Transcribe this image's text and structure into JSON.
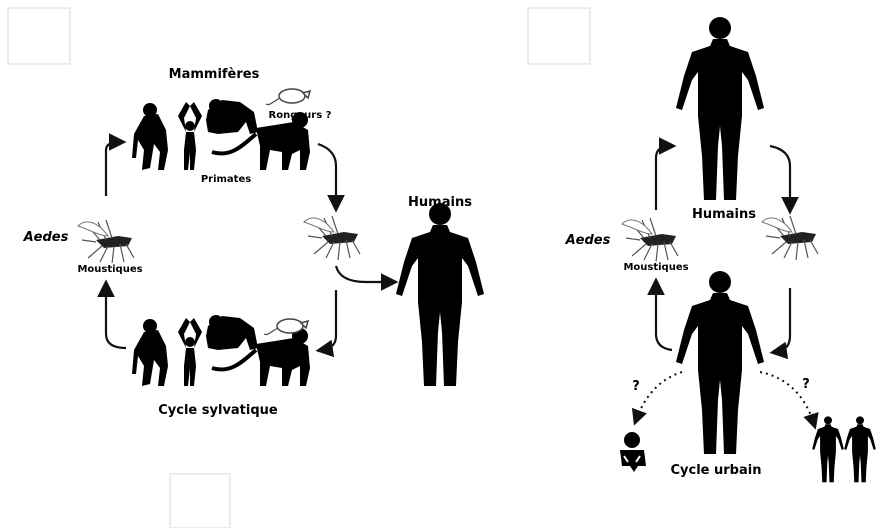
{
  "sylvatic": {
    "mammals_label": "Mammifères",
    "rodents_label": "Rongeurs ?",
    "primates_label": "Primates",
    "aedes_label": "Aedes",
    "mosquitoes_label": "Moustiques",
    "humans_label": "Humains",
    "cycle_label": "Cycle sylvatique"
  },
  "urban": {
    "humans_label": "Humains",
    "aedes_label": "Aedes",
    "mosquitoes_label": "Moustiques",
    "question_left": "?",
    "question_right": "?",
    "cycle_label": "Cycle urbain"
  }
}
